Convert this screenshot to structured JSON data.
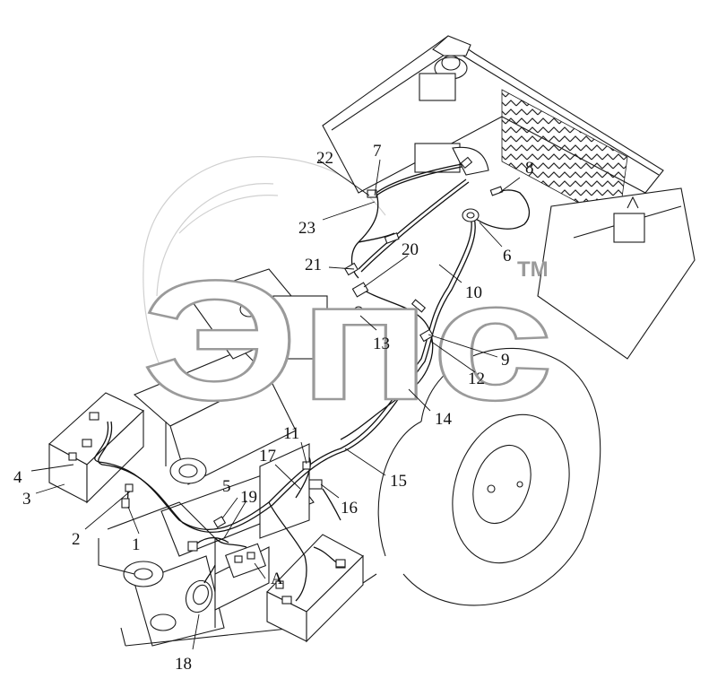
{
  "diagram": {
    "callouts": [
      "1",
      "2",
      "3",
      "4",
      "5",
      "6",
      "7",
      "8",
      "9",
      "10",
      "11",
      "12",
      "13",
      "14",
      "15",
      "16",
      "17",
      "18",
      "19",
      "20",
      "21",
      "22",
      "23",
      "A"
    ],
    "watermark": {
      "text": "Эпс",
      "mark": "TM"
    }
  }
}
